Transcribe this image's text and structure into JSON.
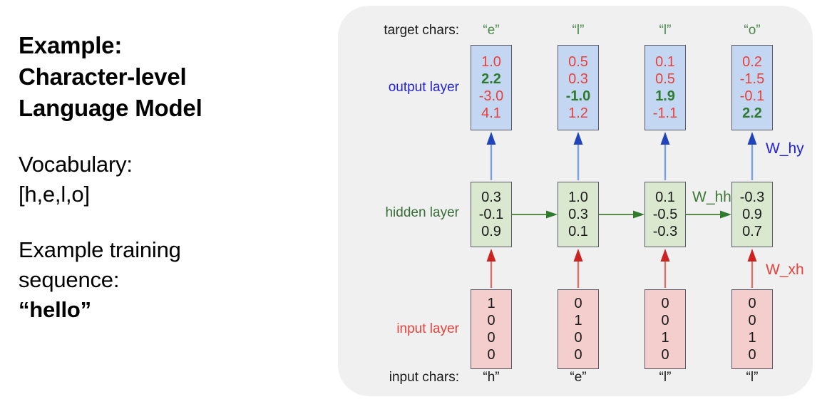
{
  "left_panel": {
    "headline_lines": [
      "Example:",
      "Character-level",
      "Language Model"
    ],
    "vocabulary_label": "Vocabulary:",
    "vocabulary_value": "[h,e,l,o]",
    "sequence_label_line1": "Example training",
    "sequence_label_line2": "sequence:",
    "sequence_value": "“hello”"
  },
  "diagram": {
    "row_labels": {
      "target_chars": "target chars:",
      "output_layer": "output layer",
      "hidden_layer": "hidden layer",
      "input_layer": "input layer",
      "input_chars": "input chars:"
    },
    "weight_labels": {
      "w_hy": "W_hy",
      "w_hh": "W_hh",
      "w_xh": "W_xh"
    },
    "colors": {
      "panel_background": "#f0f0f0",
      "output_box_fill": "#c3d7f2",
      "hidden_box_fill": "#d9e8cf",
      "input_box_fill": "#f4cdcd",
      "box_border": "#5a5a66",
      "red": "#e8403a",
      "green": "#2e7a2e",
      "blue": "#2222dd",
      "target_char_green": "#4a8b4a",
      "hidden_label_green": "#376e37"
    },
    "target_chars": [
      "“e”",
      "“l”",
      "“l”",
      "“o”"
    ],
    "input_chars": [
      "“h”",
      "“e”",
      "“l”",
      "“l”"
    ],
    "icons": {
      "hidden_to_output_arrow": "arrow-up-blue-icon",
      "input_to_hidden_arrow": "arrow-up-red-icon",
      "hidden_recurrent_arrow": "arrow-right-green-icon"
    }
  },
  "chart_data": {
    "type": "diagram",
    "title": "Example: Character-level Language Model",
    "vocabulary": [
      "h",
      "e",
      "l",
      "o"
    ],
    "training_sequence": "hello",
    "timesteps": 4,
    "layers": [
      {
        "name": "output layer",
        "color": "#2222dd",
        "box_fill": "#c3d7f2",
        "rows": 4,
        "columns": [
          {
            "timestep": 1,
            "values": [
              1.0,
              2.2,
              -3.0,
              4.1
            ],
            "argmax_index": 1,
            "target_char": "e"
          },
          {
            "timestep": 2,
            "values": [
              0.5,
              0.3,
              -1.0,
              1.2
            ],
            "argmax_index": 2,
            "target_char": "l"
          },
          {
            "timestep": 3,
            "values": [
              0.1,
              0.5,
              1.9,
              -1.1
            ],
            "argmax_index": 2,
            "target_char": "l"
          },
          {
            "timestep": 4,
            "values": [
              0.2,
              -1.5,
              -0.1,
              2.2
            ],
            "argmax_index": 3,
            "target_char": "o"
          }
        ]
      },
      {
        "name": "hidden layer",
        "color": "#376e37",
        "box_fill": "#d9e8cf",
        "rows": 3,
        "columns": [
          {
            "timestep": 1,
            "values": [
              0.3,
              -0.1,
              0.9
            ]
          },
          {
            "timestep": 2,
            "values": [
              1.0,
              0.3,
              0.1
            ]
          },
          {
            "timestep": 3,
            "values": [
              0.1,
              -0.5,
              -0.3
            ]
          },
          {
            "timestep": 4,
            "values": [
              -0.3,
              0.9,
              0.7
            ]
          }
        ]
      },
      {
        "name": "input layer",
        "color": "#e8403a",
        "box_fill": "#f4cdcd",
        "rows": 4,
        "columns": [
          {
            "timestep": 1,
            "values": [
              1,
              0,
              0,
              0
            ],
            "input_char": "h"
          },
          {
            "timestep": 2,
            "values": [
              0,
              1,
              0,
              0
            ],
            "input_char": "e"
          },
          {
            "timestep": 3,
            "values": [
              0,
              0,
              1,
              0
            ],
            "input_char": "l"
          },
          {
            "timestep": 4,
            "values": [
              0,
              0,
              1,
              0
            ],
            "input_char": "l"
          }
        ]
      }
    ],
    "weights": [
      {
        "name": "W_xh",
        "from": "input layer",
        "to": "hidden layer",
        "color": "#e8403a"
      },
      {
        "name": "W_hh",
        "from": "hidden layer",
        "to": "hidden layer",
        "color": "#3c7a36"
      },
      {
        "name": "W_hy",
        "from": "hidden layer",
        "to": "output layer",
        "color": "#2222dd"
      }
    ]
  }
}
